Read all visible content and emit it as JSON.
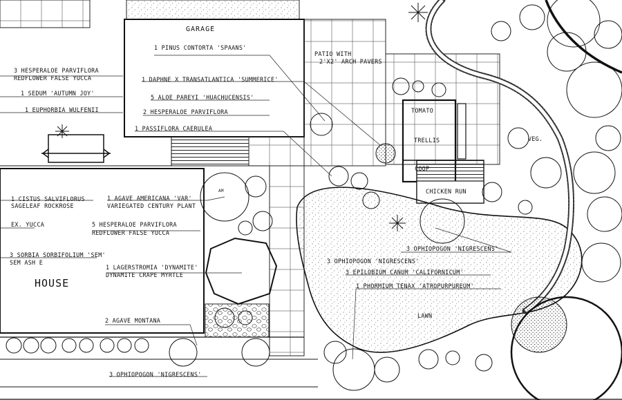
{
  "areas": {
    "garage": "GARAGE",
    "house": "HOUSE",
    "patio_line1": "PATIO WITH",
    "patio_line2": "2'x2' ARCH PAVERS",
    "tomato": "TOMATO",
    "trellis": "TRELLIS",
    "coop": "COOP",
    "chicken_run": "CHICKEN RUN",
    "veg": "VEG.",
    "lawn": "LAWN",
    "ex_yucca": "EX. YUCCA"
  },
  "plant_labels": {
    "pinus": "1 PINUS CONTORTA 'SPAANS'",
    "hesperaloe_top_1": "3 HESPERALOE PARVIFLORA",
    "hesperaloe_top_2": "REDFLOWER FALSE YUCCA",
    "daphne": "1 DAPHNE x TRANSATLANTICA 'SUMMERICE'",
    "sedum": "1 SEDUM 'AUTUMN JOY'",
    "aloe": "5 ALOE PAREYI 'HUACHUCENSIS'",
    "euphorbia": "1 EUPHORBIA WULFENII",
    "hesperaloe_2": "2 HESPERALOE PARVIFLORA",
    "passiflora": "1 PASSIFLORA CAERULEA",
    "cistus_1": "1 CISTUS SALVIFLORUS",
    "cistus_2": "SAGELEAF ROCKROSE",
    "agave_am_1": "1 AGAVE AMERICANA 'VAR'",
    "agave_am_2": "VARIEGATED CENTURY PLANT",
    "hesperaloe_5_1": "5 HESPERALOE PARVIFLORA",
    "hesperaloe_5_2": "REDFLOWER FALSE YUCCA",
    "sorbaria_1": "3 SORBIA SORBIFOLIUM 'SEM'",
    "sorbaria_2": "SEM ASH E",
    "lagerstroemia_1": "1 LAGERSTROMIA 'DYNAMITE'",
    "lagerstroemia_2": "DYNAMITE CRAPE MYRTLE",
    "agave_montana": "2 AGAVE MONTANA",
    "ophiopogon_bottom": "3 OPHIOPOGON 'NIGRESCENS'",
    "ophiopogon_mid": "3 OPHIOPOGON 'NIGRESCENS'",
    "ophiopogon_right": "3 OPHIOPOGON 'NIGRESCENS'",
    "epilobium": "3 EPILOBIUM CANUM 'CALIFORNICUM'",
    "phormium": "1 PHORMIUM TENAX 'ATROPURPUREUM'",
    "tree_tag": "AM"
  }
}
